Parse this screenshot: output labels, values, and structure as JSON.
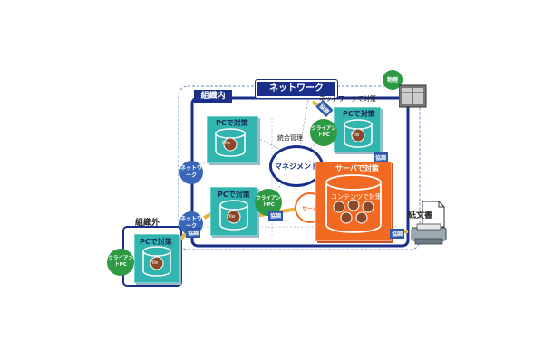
{
  "network_banner": "ネットワーク",
  "internal_label": "組織内",
  "external_label": "組織外",
  "network_target_label": "ネットワークで対策",
  "physical_label": "物理",
  "integrated_mgmt_label": "統合管理",
  "management_label": "マネジメント",
  "server_measure_label": "サーバで対策",
  "server_label": "サーバ",
  "content_measure_label": "コンテンツで対策",
  "paper_doc_label": "紙文書",
  "pc_measure_label": "PCで対策",
  "client_pc_label": "クライアントPC",
  "network_badge_label": "ネットワーク",
  "file_label": "File",
  "cooperate_label": "協調",
  "colors": {
    "navy": "#1a2f8a",
    "teal": "#31b5ae",
    "orange": "#f26a22",
    "green": "#2e9a44",
    "blue": "#3a67b8",
    "gold": "#e8b23a"
  }
}
